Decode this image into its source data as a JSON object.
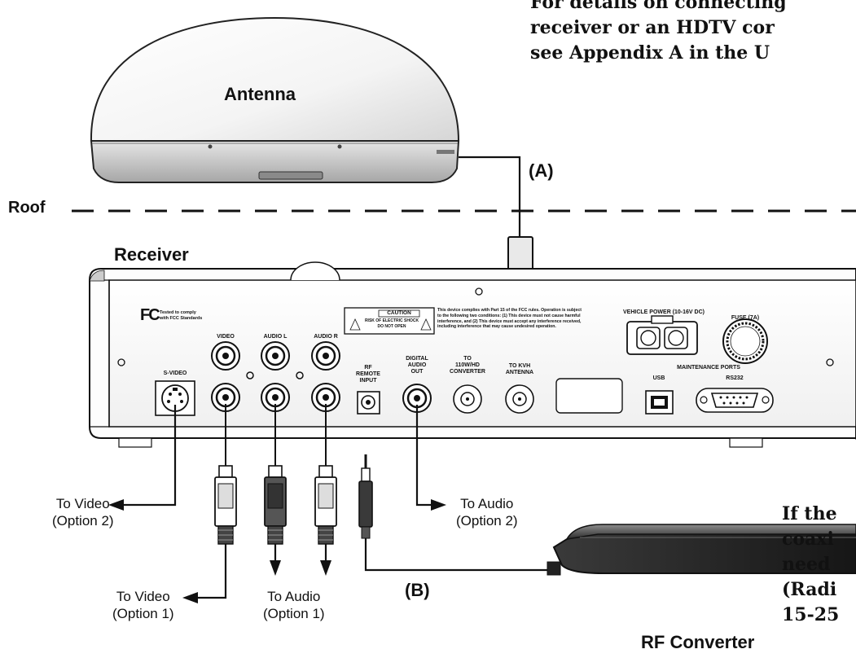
{
  "notes": {
    "top_lines": [
      "For details on connecting",
      "receiver or an HDTV cor",
      "see Appendix A in the U"
    ],
    "bottom_lines": [
      "If the",
      "coaxi",
      "need",
      "(Radi",
      "15-25"
    ]
  },
  "labels": {
    "antenna": "Antenna",
    "roof": "Roof",
    "receiver": "Receiver",
    "cable_a": "(A)",
    "cable_b": "(B)",
    "rf_converter": "RF Converter"
  },
  "callouts": {
    "video_opt2": [
      "To Video",
      "(Option 2)"
    ],
    "video_opt1": [
      "To Video",
      "(Option 1)"
    ],
    "audio_opt1": [
      "To Audio",
      "(Option 1)"
    ],
    "audio_opt2": [
      "To Audio",
      "(Option 2)"
    ]
  },
  "panel": {
    "fcc_logo": "FC",
    "fcc_text": [
      "Tested to comply",
      "with FCC Standards"
    ],
    "caution_title": "CAUTION",
    "caution_text": [
      "RISK OF ELECTRIC SHOCK",
      "DO NOT OPEN"
    ],
    "fcc_notice": [
      "This device complies with Part 15 of the FCC rules. Operation is subject",
      "to the following two conditions: (1) This device must not cause harmful",
      "interference, and (2) This device must accept any interference received,",
      "including interference that may cause undesired operation."
    ],
    "vehicle_power": "VEHICLE POWER (10-16V DC)",
    "fuse": "FUSE (7A)",
    "video": "VIDEO",
    "audio_l": "AUDIO L",
    "audio_r": "AUDIO R",
    "s_video": "S-VIDEO",
    "rf_remote": [
      "RF",
      "REMOTE",
      "INPUT"
    ],
    "digital_audio": [
      "DIGITAL",
      "AUDIO",
      "OUT"
    ],
    "converter": [
      "TO",
      "110W/HD",
      "CONVERTER"
    ],
    "kvh_antenna": [
      "TO KVH",
      "ANTENNA"
    ],
    "maintenance_ports": "MAINTENANCE PORTS",
    "usb": "USB",
    "rs232": "RS232"
  }
}
